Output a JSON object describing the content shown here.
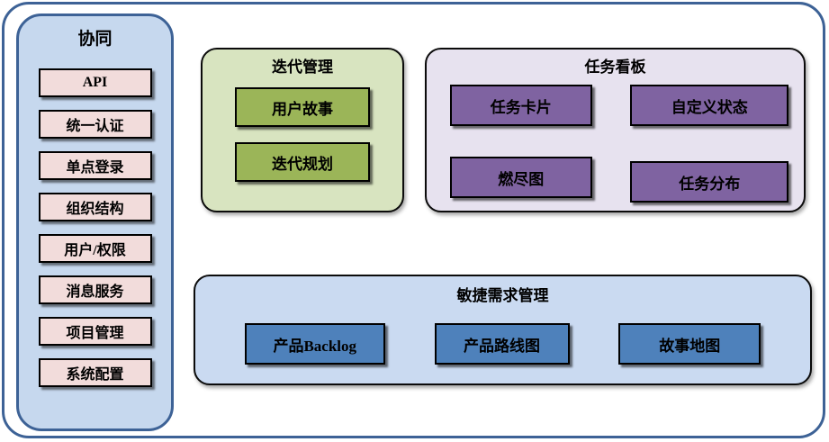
{
  "sidebar": {
    "title": "协同",
    "items": [
      "API",
      "统一认证",
      "单点登录",
      "组织结构",
      "用户/权限",
      "消息服务",
      "项目管理",
      "系统配置"
    ]
  },
  "iteration": {
    "title": "迭代管理",
    "items": [
      "用户故事",
      "迭代规划"
    ]
  },
  "kanban": {
    "title": "任务看板",
    "items": [
      "任务卡片",
      "自定义状态",
      "燃尽图",
      "任务分布"
    ]
  },
  "requirements": {
    "title": "敏捷需求管理",
    "items": [
      "产品Backlog",
      "产品路线图",
      "故事地图"
    ]
  },
  "colors": {
    "frame_border": "#3d6296",
    "sidebar_fill": "#c6d8ee",
    "sidebar_item_fill": "#f2dcdb",
    "iteration_fill": "#d8e4c0",
    "iteration_item_fill": "#9bb558",
    "kanban_fill": "#e7e2ef",
    "kanban_item_fill": "#7f63a1",
    "requirements_fill": "#cadaf1",
    "requirements_item_fill": "#4e81bb",
    "item_border": "#000000"
  }
}
